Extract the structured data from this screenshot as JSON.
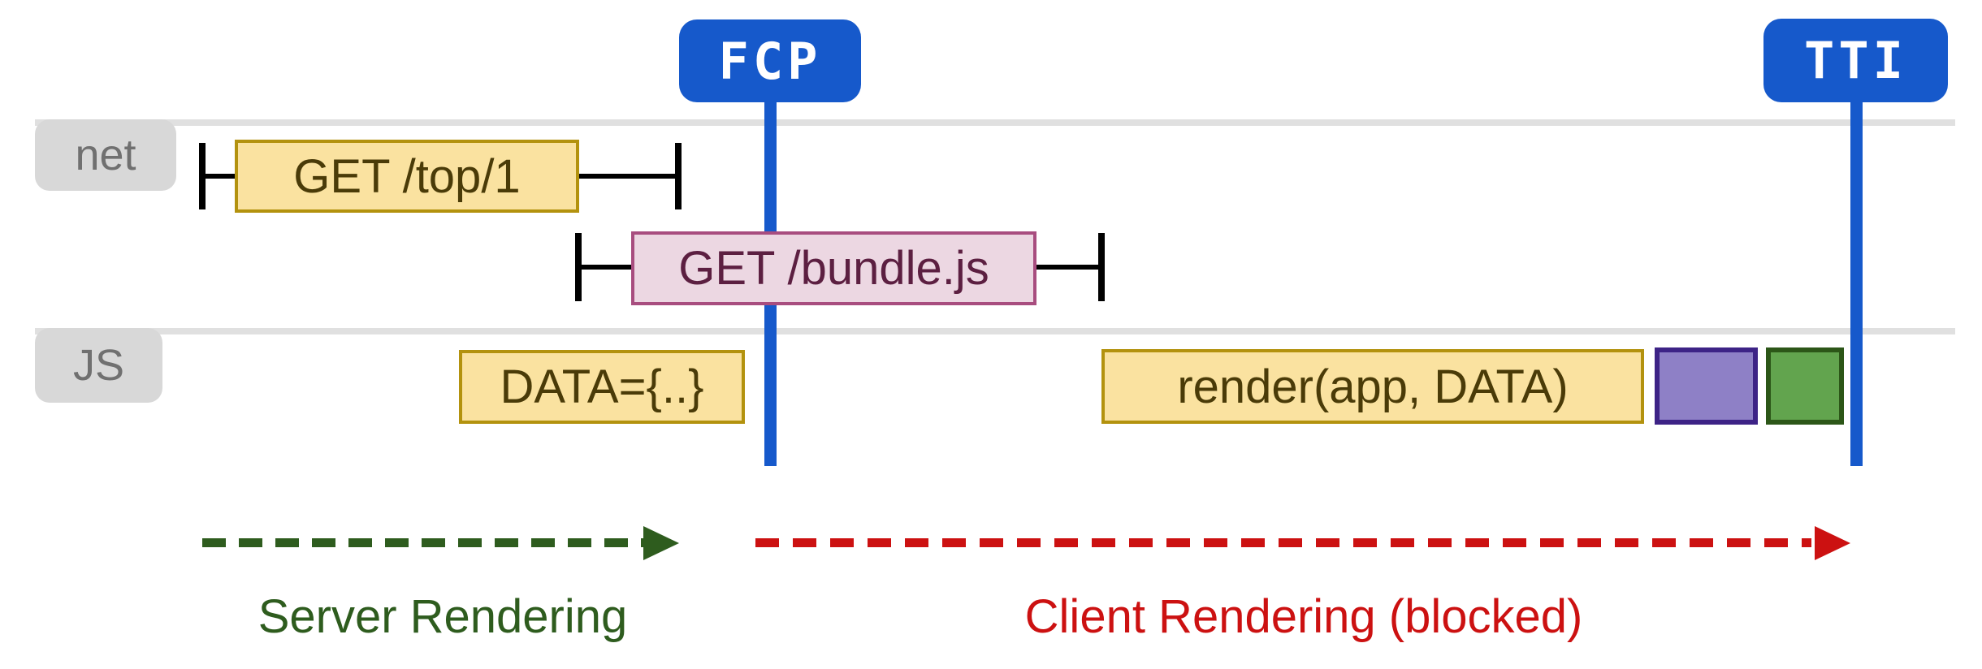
{
  "colors": {
    "blue": "#1659cb",
    "yellow_fill": "#fae2a0",
    "yellow_border": "#b3920e",
    "yellow_text": "#4a3b08",
    "pink_fill": "#ecd7e2",
    "pink_border": "#a84d7f",
    "pink_text": "#5c1f41",
    "purple_fill": "#8e80c6",
    "purple_border": "#3d2386",
    "green_fill": "#62a44e",
    "green_border": "#2c5618",
    "lane_line": "#e0e0e0",
    "lane_label_bg": "#d8d8d8",
    "lane_label_text": "#707070",
    "server_green": "#2e5c1e",
    "client_red": "#cc1111",
    "whisker": "#000000"
  },
  "milestones": [
    {
      "label": "FCP"
    },
    {
      "label": "TTI"
    }
  ],
  "lanes": [
    {
      "label": "net"
    },
    {
      "label": "JS"
    }
  ],
  "events": {
    "net": [
      {
        "label": "GET /top/1",
        "kind": "request",
        "style": "yellow",
        "has_whiskers": true
      },
      {
        "label": "GET /bundle.js",
        "kind": "request",
        "style": "pink",
        "has_whiskers": true
      }
    ],
    "js": [
      {
        "label": "DATA={..}",
        "kind": "task",
        "style": "yellow"
      },
      {
        "label": "render(app, DATA)",
        "kind": "task",
        "style": "yellow"
      },
      {
        "label": "",
        "kind": "task",
        "style": "purple"
      },
      {
        "label": "",
        "kind": "task",
        "style": "green"
      }
    ]
  },
  "phases": [
    {
      "label": "Server Rendering",
      "color": "#2e5c1e"
    },
    {
      "label": "Client Rendering (blocked)",
      "color": "#cc1111"
    }
  ]
}
